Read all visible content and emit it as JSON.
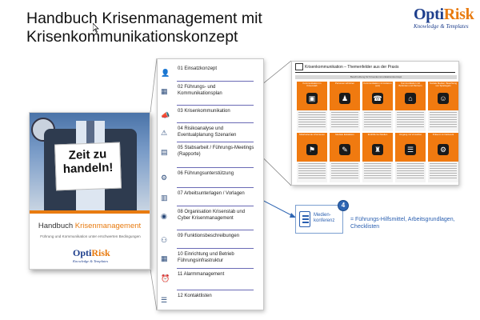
{
  "title": {
    "line1": "Handbuch Krisenmanagement mit",
    "line2": "Krisenkommunikationskonzept"
  },
  "logo": {
    "main_prefix": "Opti",
    "main_suffix": "Risk",
    "tagline": "Knowledge & Templates"
  },
  "book": {
    "sign_line1": "Zeit zu",
    "sign_line2": "handeln!",
    "title_prefix": "Handbuch",
    "title_highlight": "Krisenmanagement",
    "subtitle": "Führung und Kommunikation unter erschwerten Bedingungen",
    "logo_prefix": "Opti",
    "logo_suffix": "Risk",
    "logo_tagline": "Knowledge & Templates"
  },
  "toc": {
    "items": [
      {
        "label": "01 Einsatzkonzept",
        "icon": "person-icon"
      },
      {
        "label": "02 Führungs- und Kommunikationsplan",
        "icon": "org-chart-icon"
      },
      {
        "label": "03 Krisenkommunikation",
        "icon": "megaphone-icon"
      },
      {
        "label": "04 Risikoanalyse und Eventualplanung Szenarien",
        "icon": "risk-analysis-icon"
      },
      {
        "label": "05 Stabsarbeit / Führungs-Meetings (Rapporte)",
        "icon": "meeting-icon"
      },
      {
        "label": "06 Führungsunterstützung",
        "icon": "support-icon"
      },
      {
        "label": "07 Arbeitsunterlagen / Vorlagen",
        "icon": "documents-icon"
      },
      {
        "label": "08 Organisation Krisenstab und Cyber Krisenmanagement",
        "icon": "organisation-icon"
      },
      {
        "label": "09 Funktionsbeschreibungen",
        "icon": "functions-icon"
      },
      {
        "label": "10 Einrichtung und Betrieb Führungsinfrastruktur",
        "icon": "infrastructure-icon"
      },
      {
        "label": "11 Alarmmanagement",
        "icon": "alarm-icon"
      },
      {
        "label": "12 Kontaktlisten",
        "icon": "contact-list-icon"
      }
    ]
  },
  "preview": {
    "header": "Krisenkommunikation – Themenfelder aus der Praxis",
    "band": "Beschreibung für Krisenkommunikationskonzept",
    "cells": [
      "Kommunikation im Krisenstab",
      "Personen schützen",
      "Kommunikation mit Anderen (ext)",
      "Kommunikation mit Behörden und Partnern",
      "Soziale Medien: Beachtung von Spielregeln",
      "Mitarbeitende informieren",
      "Mediale Eskalation",
      "Ersthilfe bei Medien",
      "Umgang mit Vorwürfen",
      "Präsenz im Netzwerk"
    ],
    "glyphs": [
      "▣",
      "♟",
      "☎",
      "⌂",
      "☺",
      "⚑",
      "✎",
      "♜",
      "☰",
      "⚙"
    ]
  },
  "callout": {
    "badge": "4",
    "label_line1": "Medien-",
    "label_line2": "konferenz",
    "description": "= Führungs-Hilfsmittel, Arbeitsgrundlagen, Checklisten"
  },
  "colors": {
    "accent_orange": "#f07a10",
    "brand_blue": "#1d3e8c",
    "link_blue": "#2a5fb0"
  }
}
